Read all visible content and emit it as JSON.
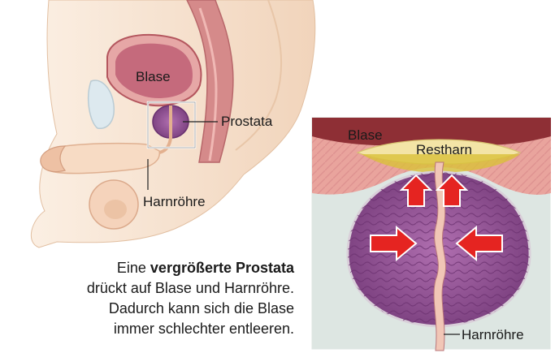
{
  "left_figure": {
    "labels": {
      "bladder": "Blase",
      "prostate": "Prostata",
      "urethra": "Harnröhre"
    }
  },
  "inset": {
    "labels": {
      "bladder": "Blase",
      "residual_urine": "Restharn",
      "urethra": "Harnröhre"
    }
  },
  "caption": {
    "line1_prefix": "Eine",
    "line1_bold": "vergrößerte Prostata",
    "line2": "drückt auf Blase und Harnröhre.",
    "line3": "Dadurch kann sich die Blase",
    "line4": "immer schlechter entleeren."
  },
  "colors": {
    "tissue": "#f4dcc6",
    "bladder": "#c56a7c",
    "prostate": "#8f4f91",
    "arrow": "#e52421",
    "inset_bg": "#dde6e2"
  }
}
